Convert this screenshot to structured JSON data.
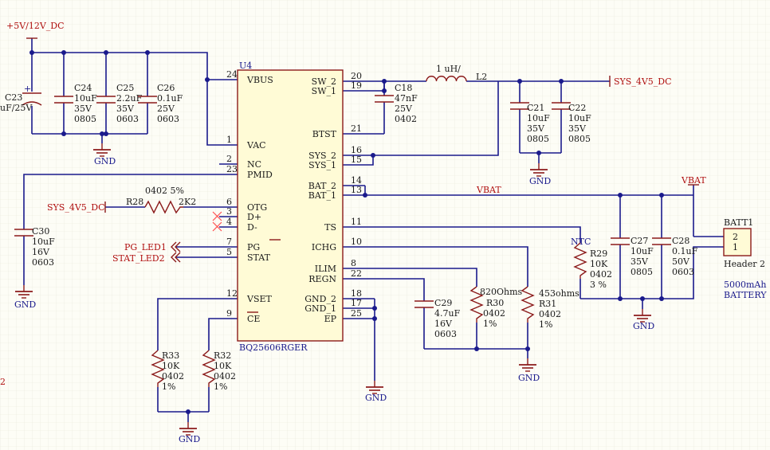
{
  "nets": {
    "pwr_in": "+5V/12V_DC",
    "sys_out": "SYS_4V5_DC",
    "sys_otg": "SYS_4V5_DC",
    "vbat_wire": "VBAT",
    "vbat_port": "VBAT",
    "pg": "PG_LED1",
    "stat": "STAT_LED2",
    "gnd_labels": [
      "GND",
      "GND",
      "GND",
      "GND",
      "GND",
      "GND",
      "GND"
    ]
  },
  "ic": {
    "designator": "U4",
    "part": "BQ25606RGER",
    "left_pins": [
      {
        "num": "24",
        "name": "VBUS"
      },
      {
        "num": "1",
        "name": "VAC"
      },
      {
        "num": "2",
        "name": "NC"
      },
      {
        "num": "23",
        "name": "PMID"
      },
      {
        "num": "6",
        "name": "OTG"
      },
      {
        "num": "3",
        "name": "D+"
      },
      {
        "num": "4",
        "name": "D-"
      },
      {
        "num": "7",
        "name": "PG"
      },
      {
        "num": "5",
        "name": "STAT"
      },
      {
        "num": "12",
        "name": "VSET"
      },
      {
        "num": "9",
        "name": "CE"
      }
    ],
    "right_pins": [
      {
        "num": "20",
        "name": "SW_2"
      },
      {
        "num": "19",
        "name": "SW_1"
      },
      {
        "num": "21",
        "name": "BTST"
      },
      {
        "num": "16",
        "name": "SYS_2"
      },
      {
        "num": "15",
        "name": "SYS_1"
      },
      {
        "num": "14",
        "name": "BAT_2"
      },
      {
        "num": "13",
        "name": "BAT_1"
      },
      {
        "num": "11",
        "name": "TS"
      },
      {
        "num": "10",
        "name": "ICHG"
      },
      {
        "num": "8",
        "name": "ILIM"
      },
      {
        "num": "22",
        "name": "REGN"
      },
      {
        "num": "18",
        "name": "GND_2"
      },
      {
        "num": "17",
        "name": "GND_1"
      },
      {
        "num": "25",
        "name": "EP"
      }
    ]
  },
  "components": {
    "C23": [
      "C23",
      "uF/25V"
    ],
    "C24": [
      "C24",
      "10uF",
      "35V",
      "0805"
    ],
    "C25": [
      "C25",
      "2.2uF",
      "35V",
      "0603"
    ],
    "C26": [
      "C26",
      "0.1uF",
      "25V",
      "0603"
    ],
    "C18": [
      "C18",
      "47nF",
      "25V",
      "0402"
    ],
    "L2": [
      "1 uH/",
      "L2"
    ],
    "C21": [
      "C21",
      "10uF",
      "35V",
      "0805"
    ],
    "C22": [
      "C22",
      "10uF",
      "35V",
      "0805"
    ],
    "C30": [
      "C30",
      "10uF",
      "16V",
      "0603"
    ],
    "R28": [
      "R28",
      "0402 5%",
      "2K2"
    ],
    "C29": [
      "C29",
      "4.7uF",
      "16V",
      "0603"
    ],
    "R30": [
      "820Ohms",
      "R30",
      "0402",
      "1%"
    ],
    "R31": [
      "453ohms",
      "R31",
      "0402",
      "1%"
    ],
    "R33": [
      "R33",
      "10K",
      "0402",
      "1%"
    ],
    "R32": [
      "R32",
      "10K",
      "0402",
      "1%"
    ],
    "R29": [
      "NTC",
      "R29",
      "10K",
      "0402",
      "3 %"
    ],
    "C27": [
      "C27",
      "10uF",
      "35V",
      "0805"
    ],
    "C28": [
      "C28",
      "0.1uF",
      "50V",
      "0603"
    ]
  },
  "battery": {
    "designator": "BATT1",
    "pins": [
      "2",
      "1"
    ],
    "part": "Header 2",
    "capacity": "5000mAh",
    "type": "BATTERY"
  },
  "edge_fragment": "2",
  "colors": {
    "wire": "#1a1a8c",
    "component": "#8b1a1a",
    "net_label": "#b01010",
    "grid": "#e6e6d8"
  }
}
